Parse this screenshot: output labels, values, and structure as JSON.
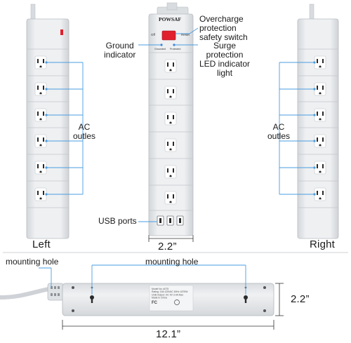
{
  "brand": "POWSAF",
  "switch_labels": {
    "left": "Off",
    "right": "Reset"
  },
  "led_labels": {
    "left": "Grounded",
    "right": "Protected"
  },
  "callouts": {
    "overcharge": "Overcharge\nprotection\nsafety switch",
    "ground": "Ground\nindicator",
    "surge": "Surge\nprotection\nLED indicator\nlight",
    "usb": "USB ports",
    "ac_left": "AC\noutles",
    "ac_right": "AC\noutles",
    "mount_left": "mounting hole",
    "mount_center": "mounting hole"
  },
  "views": {
    "left": "Left",
    "right": "Right"
  },
  "dimensions": {
    "width_front": "2.2”",
    "width_bottom": "2.2”",
    "length": "12.1”"
  },
  "bottom_label_text": "Model No: A075\nRating: 15A 125VAC 60Hz 1875W\nUSB Output: DC 5V 3.4A Max\nMade in China",
  "colors": {
    "body": "#e9eaec",
    "edge": "#c3c6ca",
    "callout": "#4a9de0",
    "switch": "#e0202d",
    "led": "#3f7fd8"
  },
  "icons": [
    "ac-outlet-icon",
    "usb-port-icon",
    "rocker-switch-icon",
    "led-icon",
    "fc-mark-icon",
    "ul-mark-icon"
  ]
}
